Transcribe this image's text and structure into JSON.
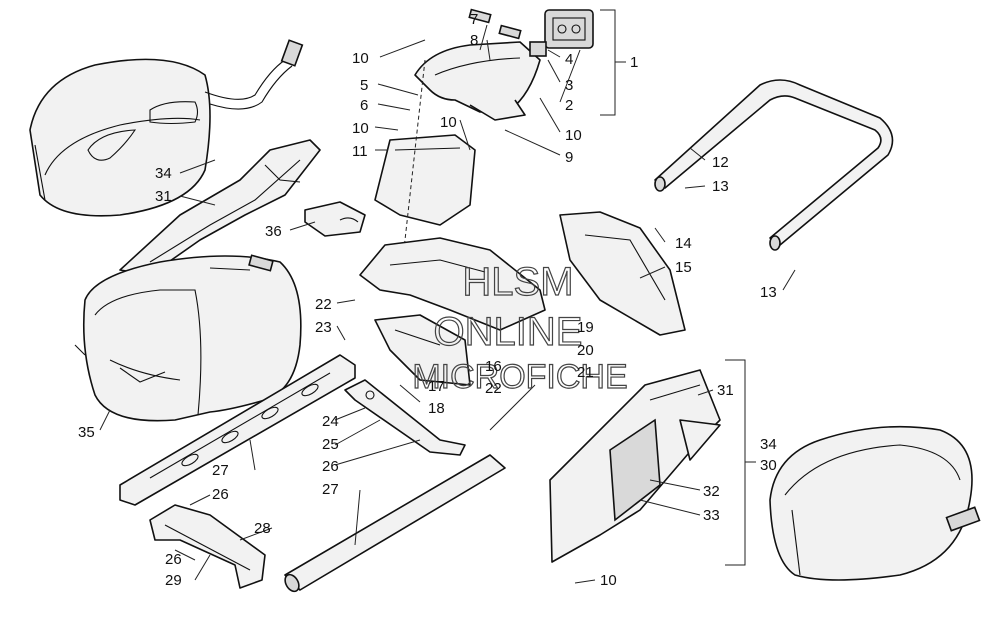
{
  "watermark": {
    "line1": "HLSM",
    "line2": "ONLINE",
    "line3": "MICROFICHE"
  },
  "callouts": {
    "c1": "1",
    "c2": "2",
    "c3": "3",
    "c4": "4",
    "c5": "5",
    "c6": "6",
    "c7": "7",
    "c8": "8",
    "c9": "9",
    "c10a": "10",
    "c10b": "10",
    "c10c": "10",
    "c10d": "10",
    "c10e": "10",
    "c11": "11",
    "c12": "12",
    "c13a": "13",
    "c13b": "13",
    "c14": "14",
    "c15": "15",
    "c16": "16",
    "c17": "17",
    "c18": "18",
    "c19": "19",
    "c20": "20",
    "c21": "21",
    "c22a": "22",
    "c22b": "22",
    "c23": "23",
    "c24": "24",
    "c25": "25",
    "c26a": "26",
    "c26b": "26",
    "c26c": "26",
    "c27a": "27",
    "c27b": "27",
    "c28": "28",
    "c29": "29",
    "c30": "30",
    "c31a": "31",
    "c31b": "31",
    "c32": "32",
    "c33": "33",
    "c34a": "34",
    "c34b": "34",
    "c35": "35",
    "c36": "36"
  }
}
